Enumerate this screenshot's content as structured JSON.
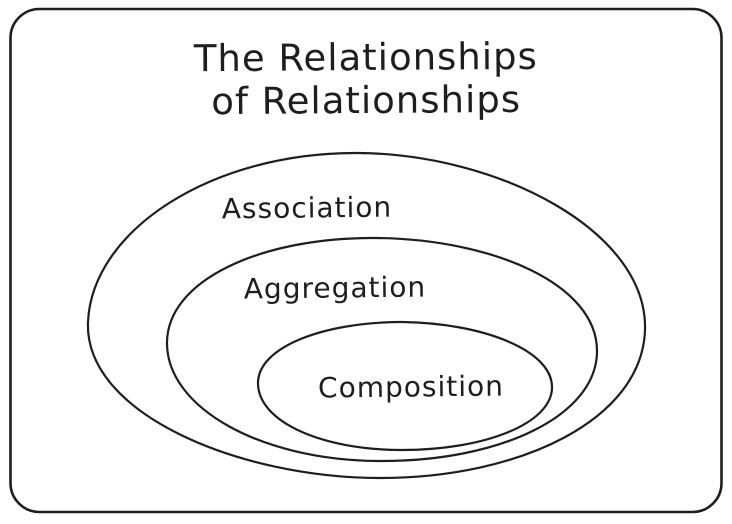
{
  "diagram": {
    "title": {
      "line1": "The Relationships",
      "line2": "of Relationships"
    },
    "sets": [
      {
        "label": "Association",
        "level": "outer"
      },
      {
        "label": "Aggregation",
        "level": "middle"
      },
      {
        "label": "Composition",
        "level": "inner"
      }
    ],
    "colors": {
      "stroke": "#1e1e1e",
      "background": "#ffffff"
    },
    "style": "hand-drawn nested euler diagram"
  }
}
